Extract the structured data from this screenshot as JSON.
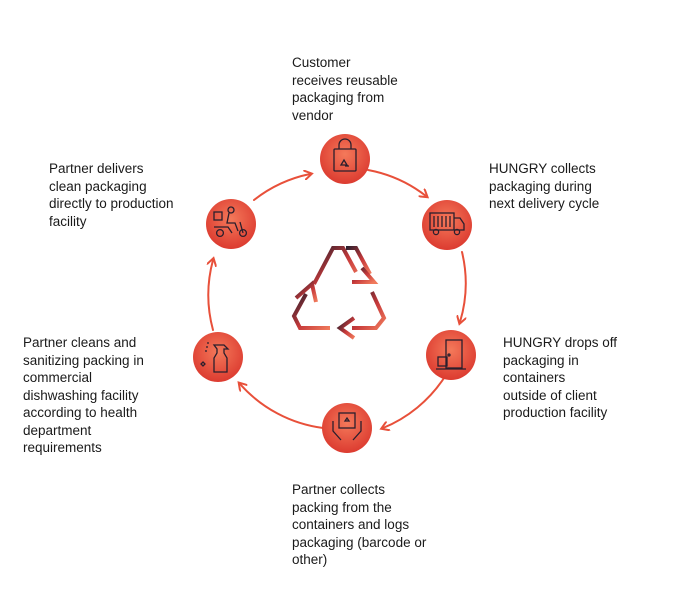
{
  "steps": [
    {
      "text": "Customer\nreceives reusable\npackaging from\nvendor",
      "icon": "shopping-bag-recycle-icon"
    },
    {
      "text": "HUNGRY collects\npackaging during\nnext delivery cycle",
      "icon": "delivery-truck-icon"
    },
    {
      "text": "HUNGRY drops off\npackaging in\ncontainers\noutside of client\nproduction facility",
      "icon": "door-package-icon"
    },
    {
      "text": "Partner collects\npacking from the\ncontainers and logs\npackaging (barcode or\nother)",
      "icon": "hands-box-icon"
    },
    {
      "text": "Partner cleans and\nsanitizing packing in\ncommercial\ndishwashing facility\naccording to health\ndepartment\nrequirements",
      "icon": "spray-bottle-icon"
    },
    {
      "text": "Partner delivers\nclean packaging\ndirectly to production\nfacility",
      "icon": "scooter-courier-icon"
    }
  ],
  "center_icon": "recycle-icon",
  "colors": {
    "accent": "#e8503a",
    "accent_light": "#f07a5c",
    "dark": "#2a1f2d"
  }
}
